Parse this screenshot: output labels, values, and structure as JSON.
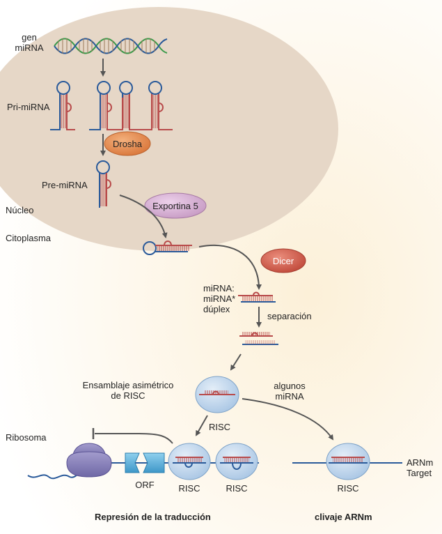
{
  "labels": {
    "gen_line1": "gen",
    "gen_line2": "miRNA",
    "pri_mirna": "Pri-miRNA",
    "drosha": "Drosha",
    "pre_mirna": "Pre-miRNA",
    "exportina": "Exportina 5",
    "nucleo": "Núcleo",
    "citoplasma": "Citoplasma",
    "dicer": "Dicer",
    "duplex_line1": "miRNA:",
    "duplex_line2": "miRNA*",
    "duplex_line3": "dúplex",
    "separacion": "separación",
    "ensamblaje_line1": "Ensamblaje asimétrico",
    "ensamblaje_line2": "de RISC",
    "algunos_line1": "algunos",
    "algunos_line2": "miRNA",
    "risc_arrow": "RISC",
    "ribosoma": "Ribosoma",
    "orf": "ORF",
    "risc_1": "RISC",
    "risc_2": "RISC",
    "risc_3": "RISC",
    "arnm_line1": "ARNm",
    "arnm_line2": "Target",
    "represion": "Represión de la traducción",
    "clivaje": "clivaje ARNm"
  },
  "colors": {
    "nucleus": "#e6d7c7",
    "cytoplasm": "#fbf3e3",
    "drosha": "#e8955a",
    "exportina": "#d9b3d6",
    "dicer": "#d96b5a",
    "risc": "#c9dcef",
    "ribosome": "#8d86bd",
    "orf": "#5fb0d8",
    "strand_blue": "#2a5a9a",
    "strand_red": "#b84a4a",
    "dna_green": "#3a9a4a",
    "arrow": "#555555"
  }
}
